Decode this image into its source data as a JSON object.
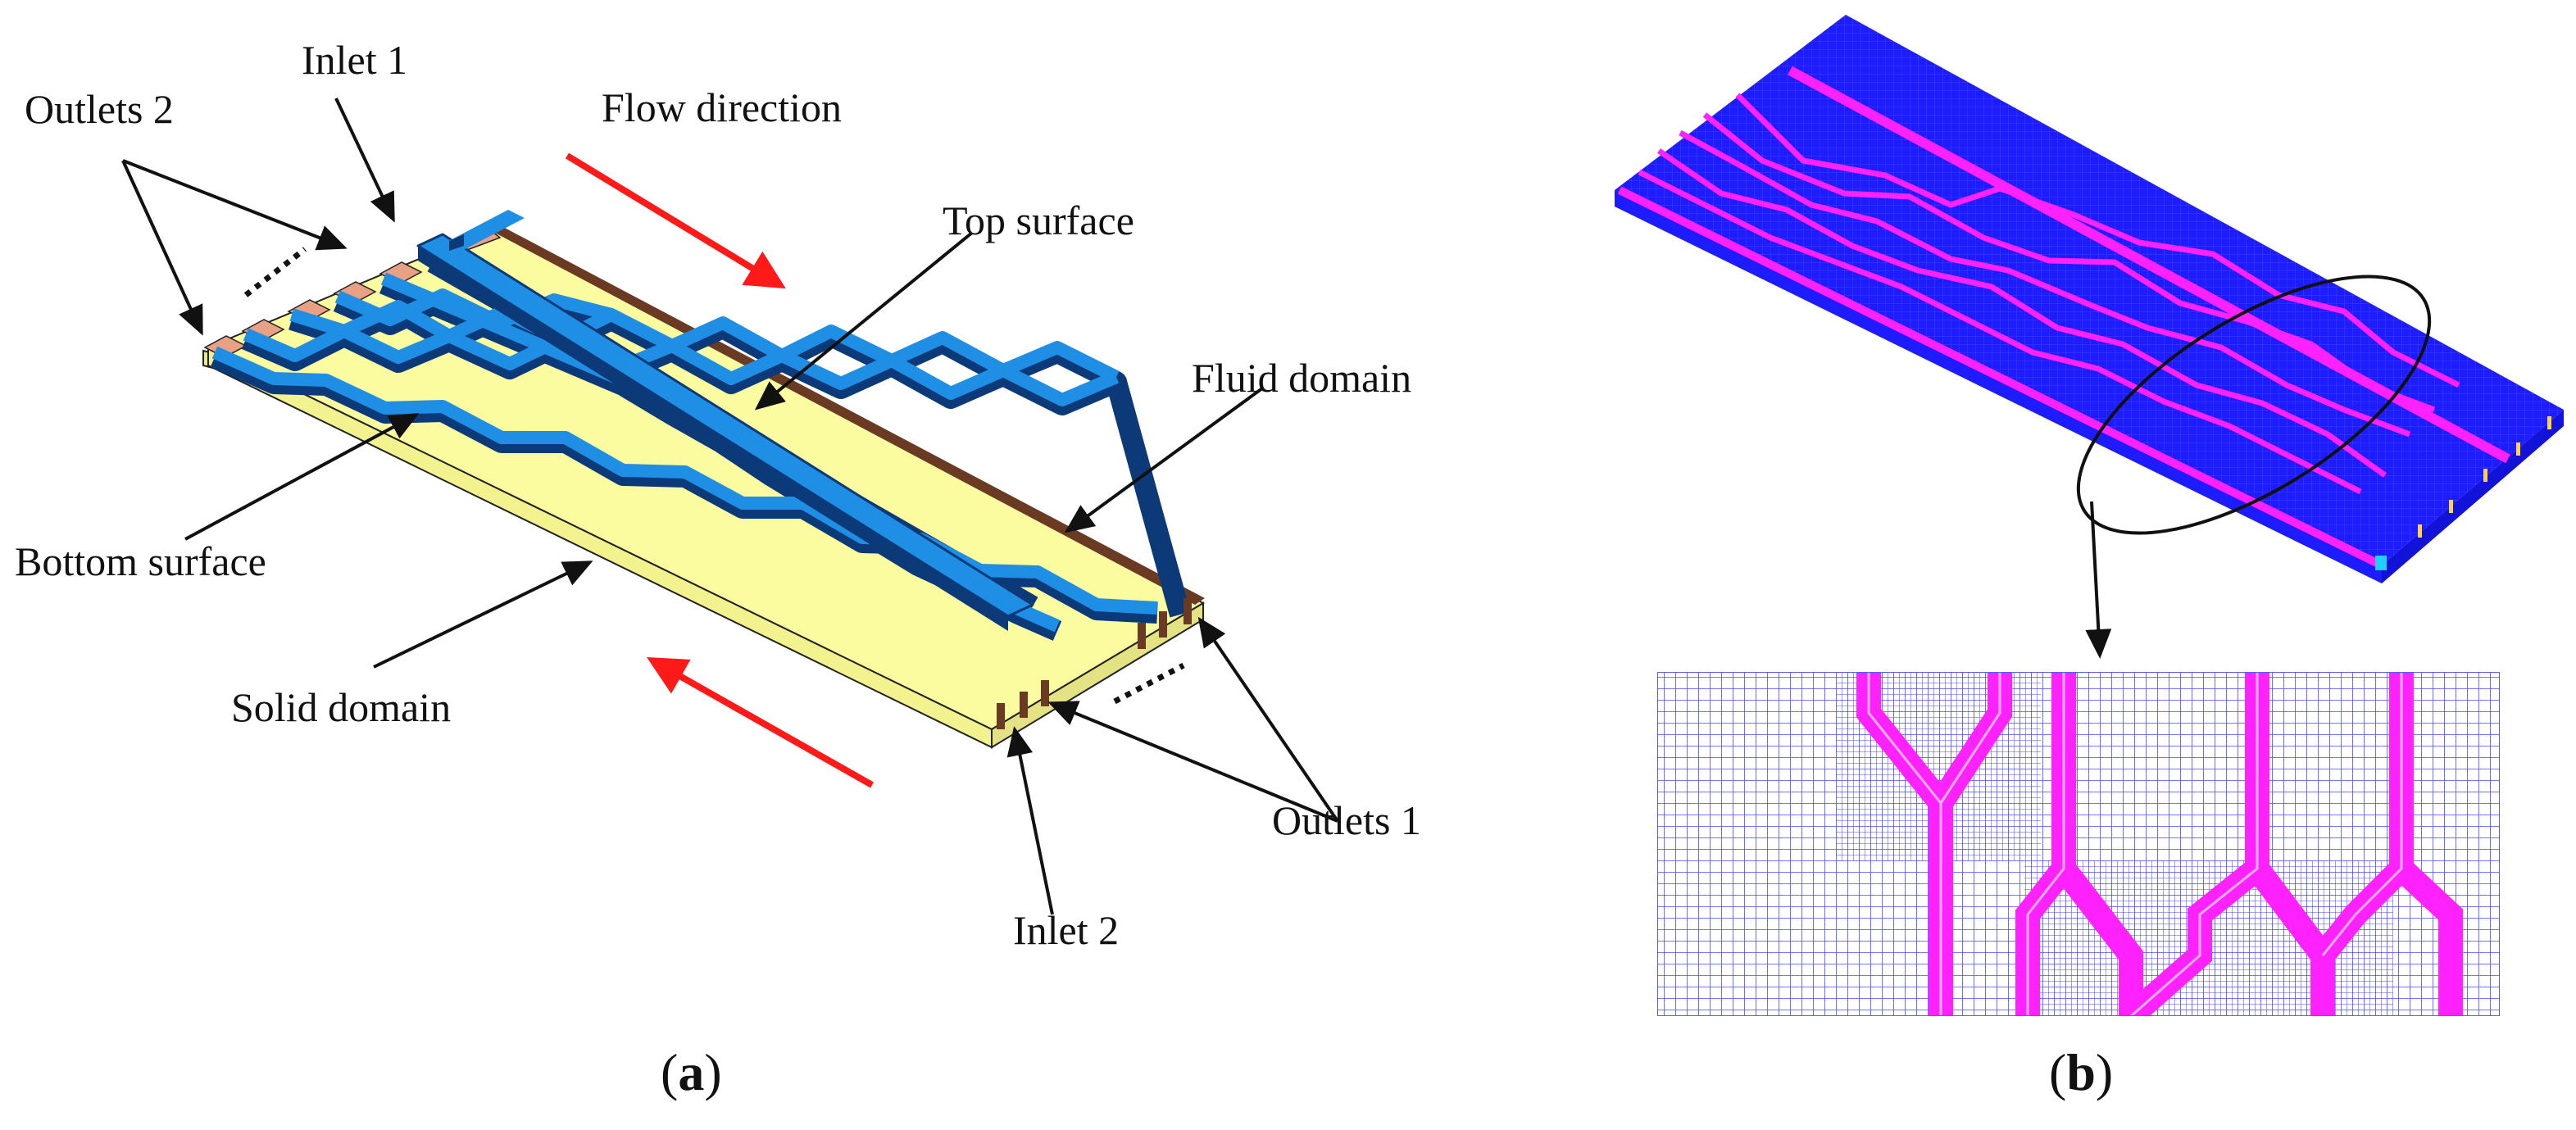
{
  "panel_a": {
    "labels": {
      "outlets_2": "Outlets 2",
      "inlet_1": "Inlet 1",
      "flow_direction": "Flow direction",
      "top_surface": "Top surface",
      "fluid_domain": "Fluid domain",
      "bottom_surface": "Bottom surface",
      "solid_domain": "Solid domain",
      "outlets_1": "Outlets 1",
      "inlet_2": "Inlet 2"
    },
    "caption": {
      "open": "(",
      "letter": "a",
      "close": ")"
    }
  },
  "panel_b": {
    "caption": {
      "open": "(",
      "letter": "b",
      "close": ")"
    }
  },
  "colors": {
    "solid_domain": "#fbfb9f",
    "solid_domain_side": "#e9e98a",
    "channel_top": "#1f8fe6",
    "channel_dark": "#0c3a78",
    "brown_edge": "#6b3a22",
    "salmon_outlet": "#e8a184",
    "arrow_red": "#ff1a1a",
    "mesh_blue": "#2a2aff",
    "mesh_magenta": "#ff22ff",
    "mesh_line": "#5a5aff"
  }
}
